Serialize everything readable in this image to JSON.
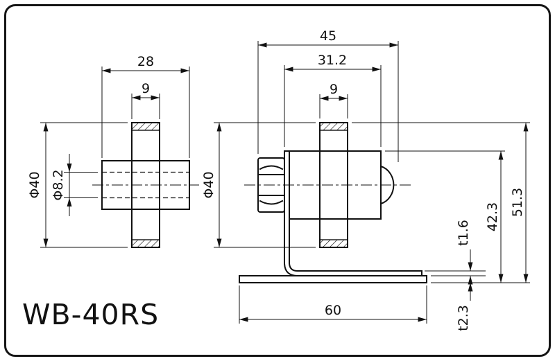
{
  "title": "WB-40RS",
  "colors": {
    "line": "#111111",
    "background": "#ffffff"
  },
  "left_view": {
    "dim_hub_width": "28",
    "dim_wheel_width": "9",
    "dim_outer_diameter": "Φ40",
    "dim_bore_diameter": "Φ8.2"
  },
  "right_view": {
    "dim_overall_length": "45",
    "dim_hub_length": "31.2",
    "dim_wheel_width": "9",
    "dim_outer_diameter": "Φ40",
    "dim_overall_height": "51.3",
    "dim_bracket_height": "42.3",
    "dim_plate_thickness": "t1.6",
    "dim_base_thickness": "t2.3",
    "dim_base_width": "60"
  }
}
